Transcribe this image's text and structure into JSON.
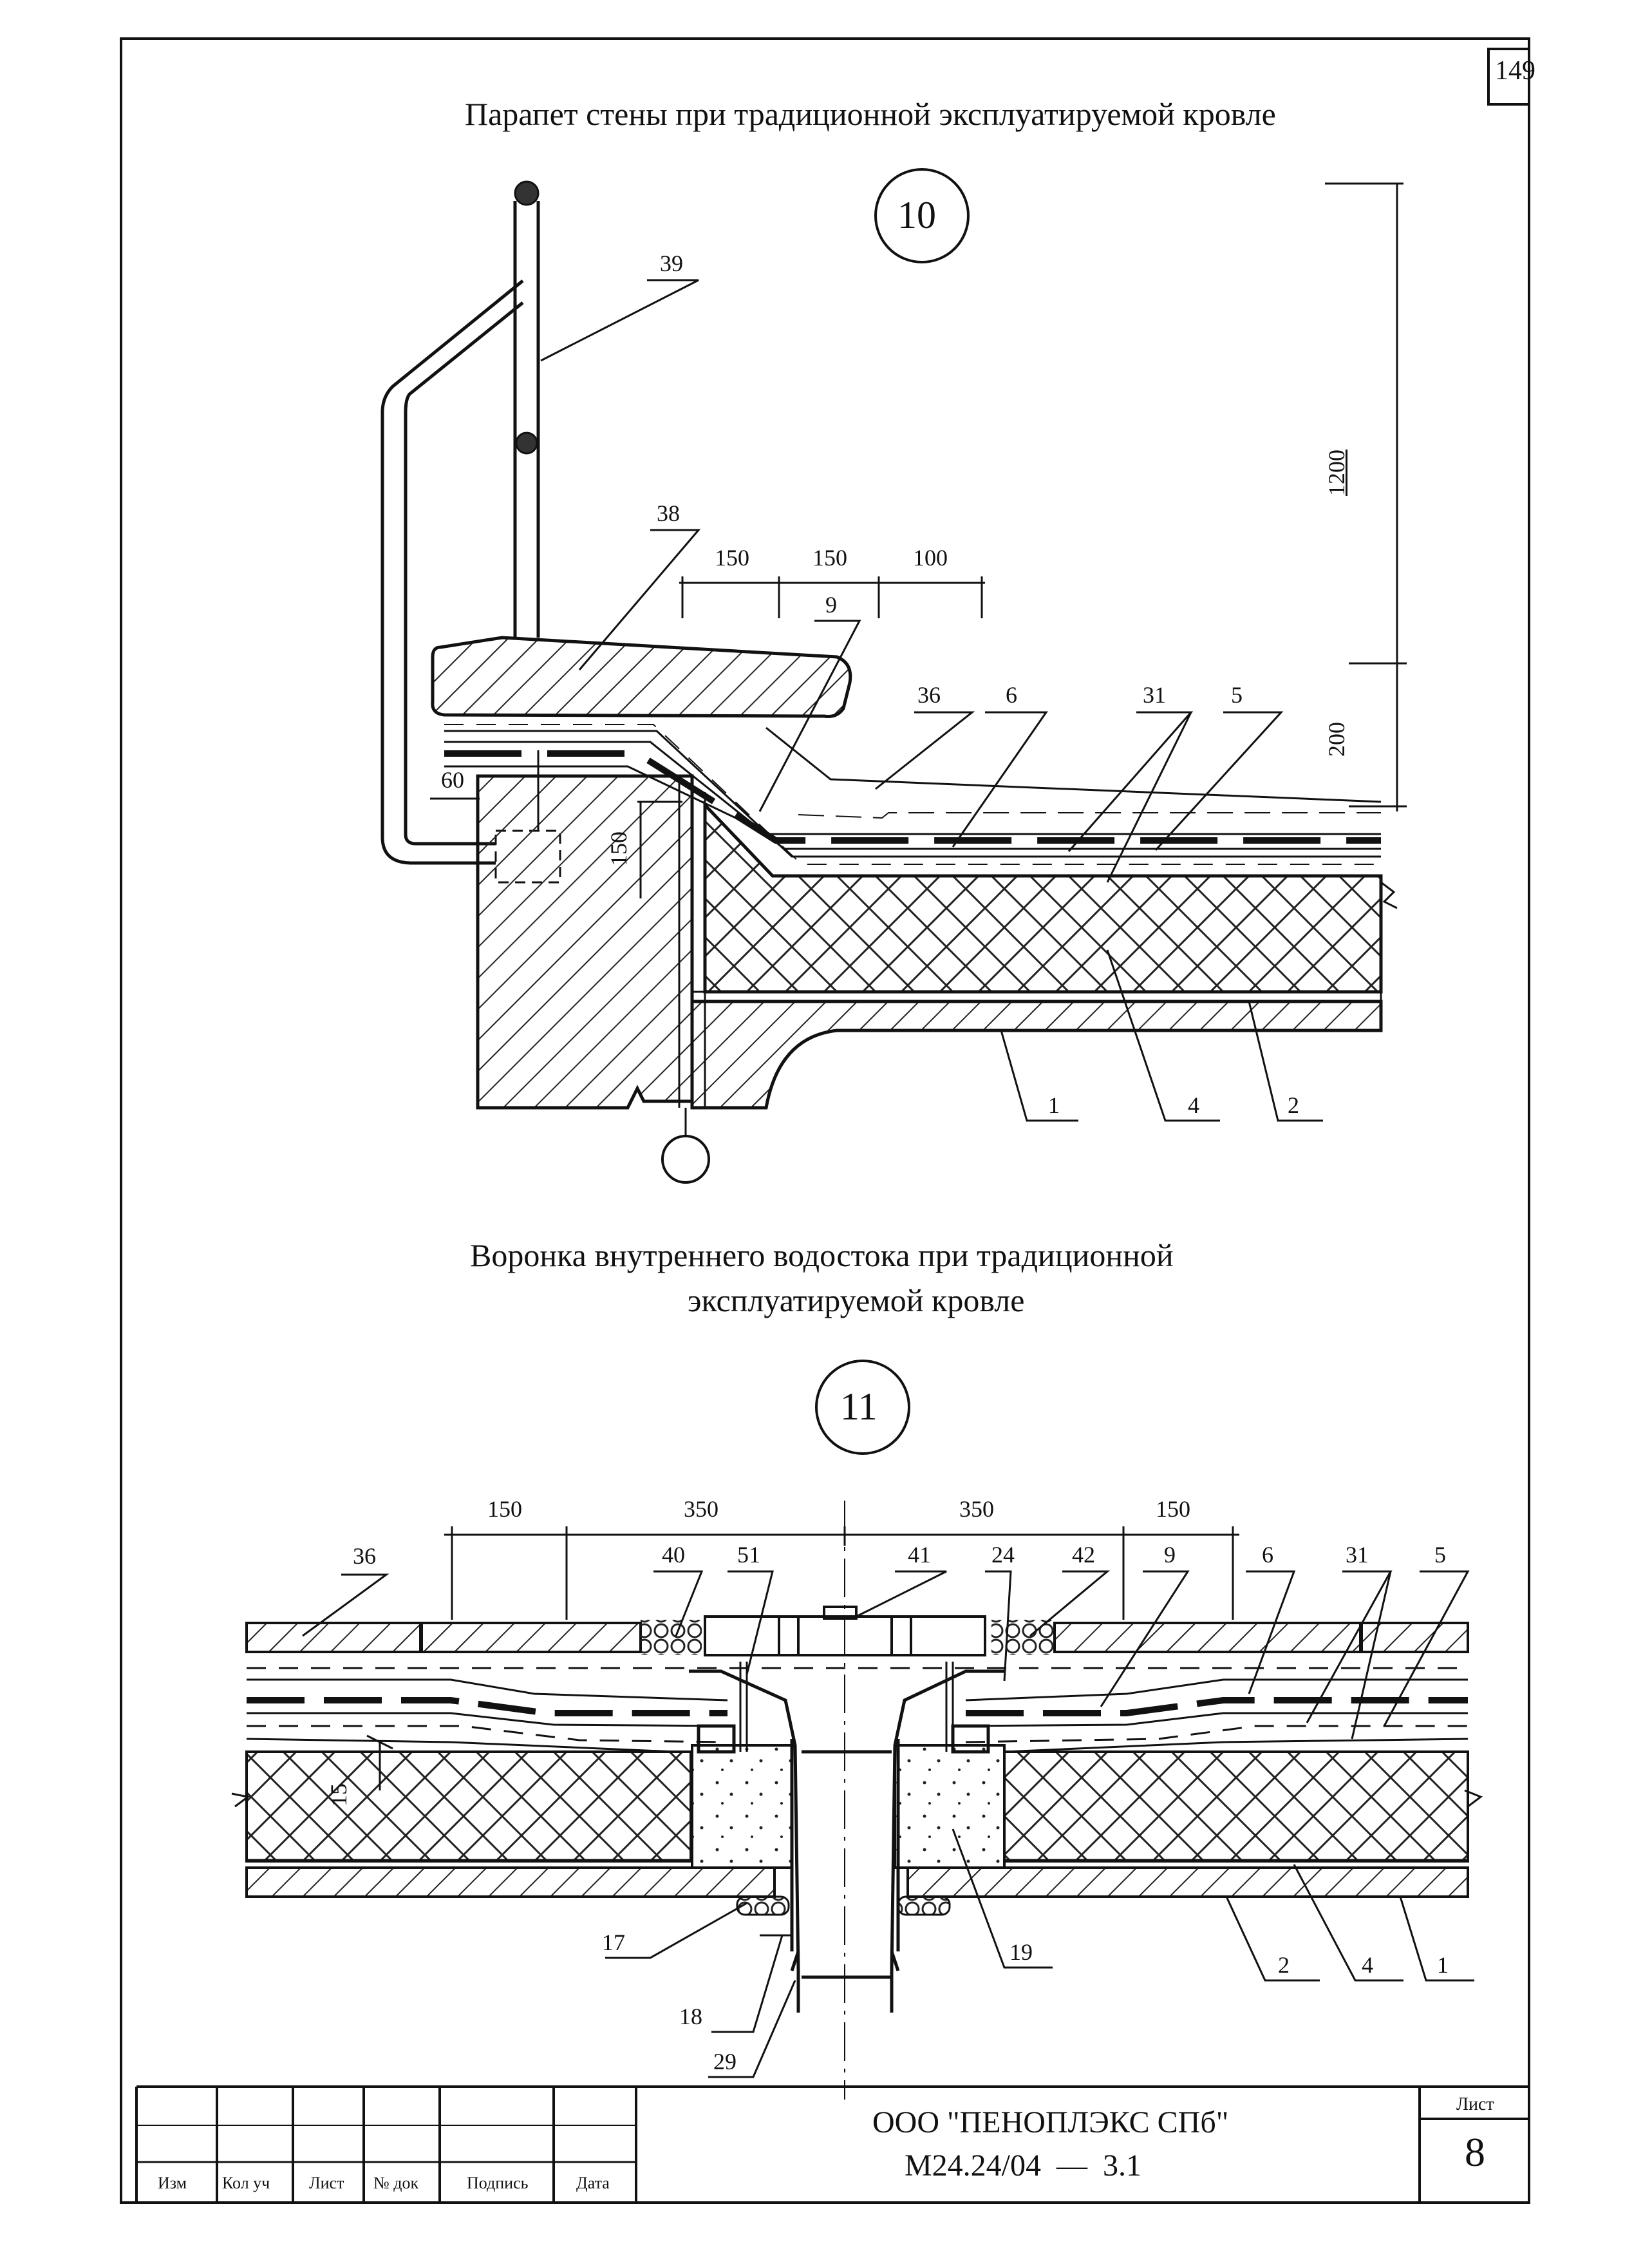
{
  "page_number": "149",
  "detail10": {
    "title": "Парапет стены при традиционной эксплуатируемой кровле",
    "number": "10",
    "dims": {
      "d150a": "150",
      "d150b": "150",
      "d100": "100",
      "d1200": "1200",
      "d200": "200",
      "d60": "60",
      "d150v": "150"
    },
    "callouts": {
      "c39": "39",
      "c38": "38",
      "c9": "9",
      "c36": "36",
      "c6": "6",
      "c31": "31",
      "c5": "5",
      "c1": "1",
      "c4": "4",
      "c2": "2"
    }
  },
  "detail11": {
    "title_line1": "Воронка внутреннего водостока при традиционной",
    "title_line2": "эксплуатируемой кровле",
    "number": "11",
    "dims": {
      "d150a": "150",
      "d350a": "350",
      "d350b": "350",
      "d150b": "150",
      "d15": "15"
    },
    "callouts": {
      "c36": "36",
      "c40": "40",
      "c51": "51",
      "c41": "41",
      "c24": "24",
      "c42": "42",
      "c9": "9",
      "c6": "6",
      "c31": "31",
      "c5": "5",
      "c17": "17",
      "c18": "18",
      "c29": "29",
      "c19": "19",
      "c2": "2",
      "c4": "4",
      "c1": "1"
    }
  },
  "title_block": {
    "headers": [
      "Изм",
      "Кол уч",
      "Лист",
      "№ док",
      "Подпись",
      "Дата"
    ],
    "company": "ООО \"ПЕНОПЛЭКС СПб\"",
    "doc_code": "М24.24/04  —  3.1",
    "sheet_label": "Лист",
    "sheet_number": "8"
  }
}
